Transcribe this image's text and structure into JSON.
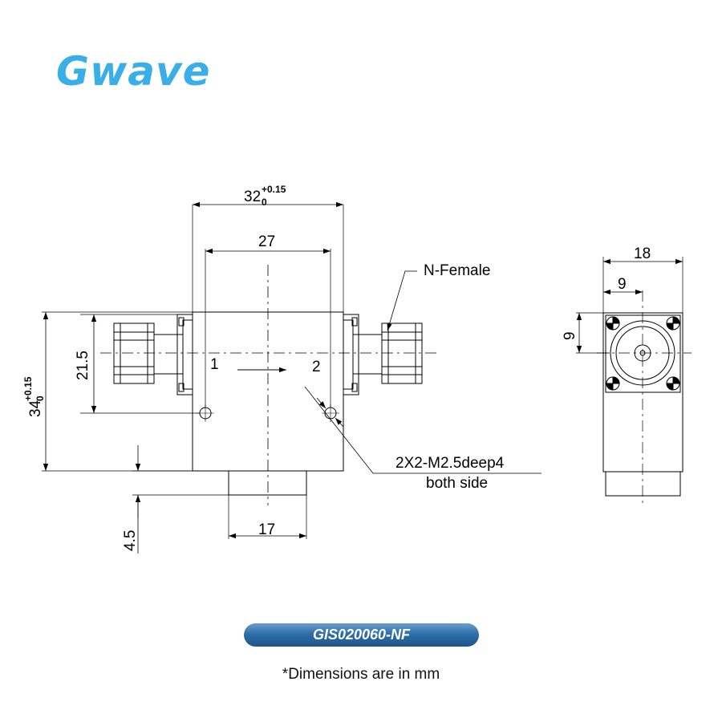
{
  "brand": {
    "logo_text": "Gwave",
    "color": "#3aaee6"
  },
  "drawing": {
    "dims": {
      "top_width": "32",
      "top_width_tol_upper": "+0.15",
      "top_width_tol_lower": "0",
      "inner_width": "27",
      "height_side": "21.5",
      "height_total": "34",
      "height_total_tol_upper": "+0.15",
      "height_total_tol_lower": "0",
      "base_width": "17",
      "base_height": "4.5",
      "side_width": "18",
      "side_half": "9",
      "side_vert": "9"
    },
    "labels": {
      "connector": "N-Female",
      "port1": "1",
      "port2": "2",
      "hole_spec": "2X2-M2.5deep4",
      "hole_note": "both side"
    }
  },
  "product": {
    "model": "GIS020060-NF",
    "badge_color_top": "#6b9fce",
    "badge_color_bottom": "#1e5589"
  },
  "footnote": "*Dimensions are in mm"
}
